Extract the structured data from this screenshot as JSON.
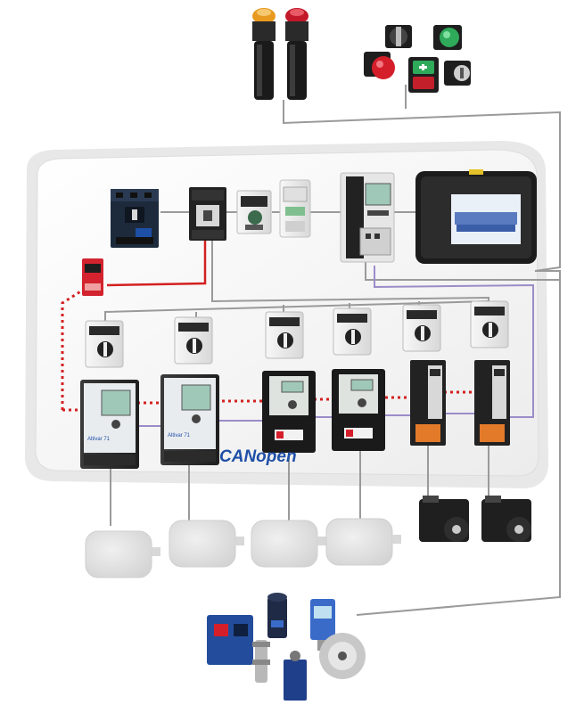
{
  "brand_label": "CANopen",
  "drive_labels": [
    "Altivar 71",
    "Altivar 71"
  ],
  "colors": {
    "wire": "#9a9a9a",
    "can_bus": "#9b8cc8",
    "safety_loop": "#d42020",
    "enclosure_fill": "#f4f4f4",
    "enclosure_edge": "#e0e0e0",
    "device_dark": "#2b2b2b",
    "device_light": "#eeeeee",
    "screen_teal": "#9fc8b8",
    "motor_ghost": "#dcdcdc",
    "accent_blue": "#1e4fa6"
  },
  "icons": [
    "beacon-amber-icon",
    "beacon-red-icon",
    "selector-switch-icon",
    "green-pushbutton-icon",
    "emergency-stop-icon",
    "start-stop-pushbutton-icon",
    "key-switch-icon",
    "circuit-breaker-icon",
    "contactor-icon",
    "motor-starter-icon",
    "power-supply-icon",
    "plc-controller-icon",
    "hmi-touchscreen-icon",
    "safety-relay-icon",
    "variable-speed-drive-icon",
    "servo-drive-icon",
    "ac-motor-icon",
    "servo-motor-icon",
    "photoelectric-sensor-icon",
    "inductive-sensor-icon",
    "ultrasonic-sensor-icon",
    "pressure-switch-icon",
    "limit-switch-icon",
    "rotary-encoder-icon"
  ]
}
